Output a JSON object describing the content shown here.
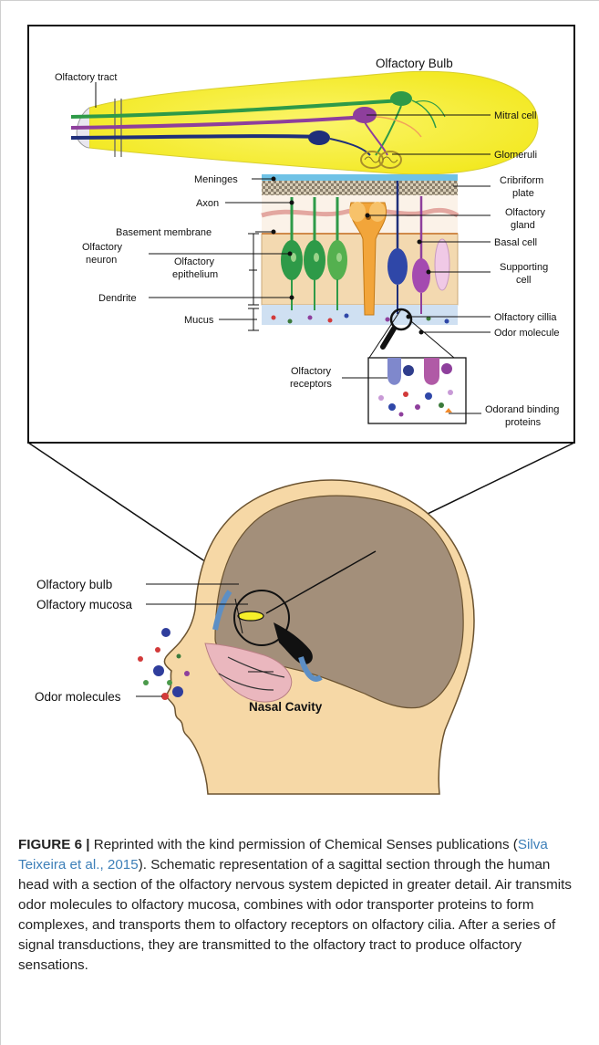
{
  "labels": {
    "olfactory_bulb_title": "Olfactory Bulb",
    "olfactory_tract": "Olfactory tract",
    "mitral_cell": "Mitral cell",
    "glomeruli": "Glomeruli",
    "meninges": "Meninges",
    "cribriform_plate_line1": "Cribriform",
    "cribriform_plate_line2": "plate",
    "axon": "Axon",
    "olfactory_gland_line1": "Olfactory",
    "olfactory_gland_line2": "gland",
    "basement_membrane": "Basement membrane",
    "basal_cell": "Basal cell",
    "olfactory_neuron_line1": "Olfactory",
    "olfactory_neuron_line2": "neuron",
    "olfactory_epithelium_line1": "Olfactory",
    "olfactory_epithelium_line2": "epithelium",
    "supporting_cell_line1": "Supporting",
    "supporting_cell_line2": "cell",
    "dendrite": "Dendrite",
    "olfactory_cillia": "Olfactory cillia",
    "mucus": "Mucus",
    "odor_molecule": "Odor molecule",
    "olfactory_receptors_line1": "Olfactory",
    "olfactory_receptors_line2": "receptors",
    "odorand_binding_line1": "Odorand binding",
    "odorand_binding_line2": "proteins",
    "olfactory_bulb": "Olfactory bulb",
    "olfactory_mucosa": "Olfactory mucosa",
    "odor_molecules": "Odor molecules",
    "nasal_cavity": "Nasal Cavity"
  },
  "caption": {
    "figure_label": "FIGURE 6 |",
    "text_before_citation": " Reprinted with the kind permission of Chemical Senses publications (",
    "citation": "Silva Teixeira et al., 2015",
    "text_after_citation": "). Schematic representation of a sagittal section through the human head with a section of the olfactory nervous system depicted in greater detail. Air transmits odor molecules to olfactory mucosa, combines with odor transporter proteins to form complexes, and transports them to olfactory receptors on olfactory cilia. After a series of signal transductions, they are transmitted to the olfactory tract to produce olfactory sensations."
  },
  "colors": {
    "bulb_yellow": "#f6ef2a",
    "neuron_green": "#2e9a48",
    "mitral_purple": "#8e3f9c",
    "tract_navy": "#1f2f7a",
    "epithelium_tan": "#f3d9b0",
    "skin": "#f6d8a6",
    "brain": "#a38f7a",
    "nasal_pink": "#eab7be",
    "citation_blue": "#3d7fb8"
  }
}
